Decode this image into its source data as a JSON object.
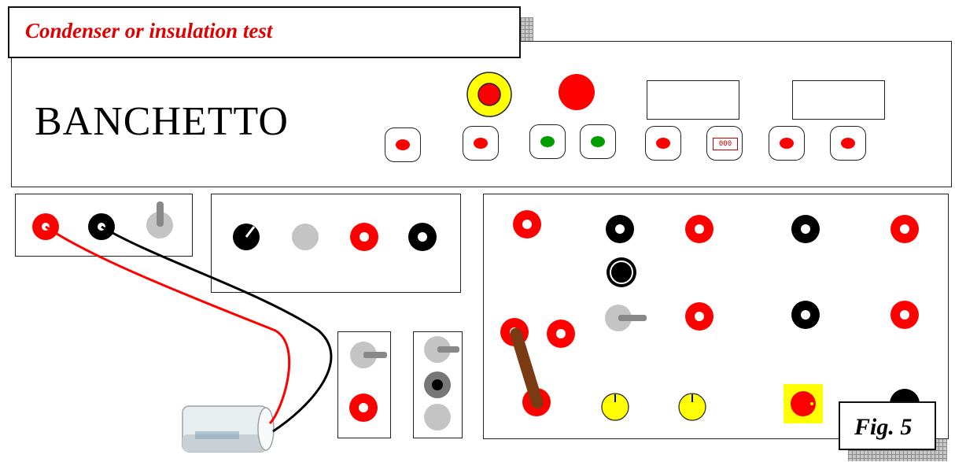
{
  "title": "Condenser or insulation test",
  "bench_label": "BANCHETTO",
  "figure_label": "Fig. 5",
  "counter_text": "000",
  "colors": {
    "red": "#ff0000",
    "black": "#000000",
    "grey": "#c4c4c4",
    "yellow": "#ffff00",
    "green": "#00a000",
    "brown": "#7a3a12",
    "title_red": "#e00000"
  }
}
